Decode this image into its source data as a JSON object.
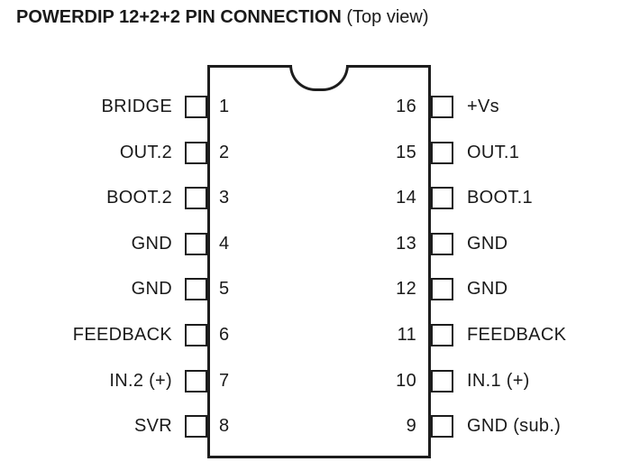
{
  "title": {
    "main": "POWERDIP 12+2+2 PIN CONNECTION",
    "suffix": " (Top view)"
  },
  "package": "POWERDIP 12+2+2",
  "view": "Top view",
  "colors": {
    "line": "#1d1d1d",
    "background": "#ffffff"
  },
  "pins": {
    "left": [
      {
        "number": "1",
        "label": "BRIDGE"
      },
      {
        "number": "2",
        "label": "OUT.2"
      },
      {
        "number": "3",
        "label": "BOOT.2"
      },
      {
        "number": "4",
        "label": "GND"
      },
      {
        "number": "5",
        "label": "GND"
      },
      {
        "number": "6",
        "label": "FEEDBACK"
      },
      {
        "number": "7",
        "label": "IN.2 (+)"
      },
      {
        "number": "8",
        "label": "SVR"
      }
    ],
    "right": [
      {
        "number": "16",
        "label": "+Vs"
      },
      {
        "number": "15",
        "label": "OUT.1"
      },
      {
        "number": "14",
        "label": "BOOT.1"
      },
      {
        "number": "13",
        "label": "GND"
      },
      {
        "number": "12",
        "label": "GND"
      },
      {
        "number": "11",
        "label": "FEEDBACK"
      },
      {
        "number": "10",
        "label": "IN.1 (+)"
      },
      {
        "number": "9",
        "label": "GND (sub.)"
      }
    ]
  }
}
